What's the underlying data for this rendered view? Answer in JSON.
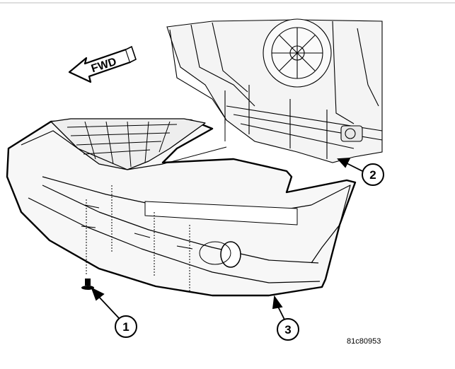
{
  "direction_label": "FWD",
  "callouts": [
    {
      "id": "1",
      "label": "1"
    },
    {
      "id": "2",
      "label": "2"
    },
    {
      "id": "3",
      "label": "3"
    }
  ],
  "figure_ref": "81c80953"
}
